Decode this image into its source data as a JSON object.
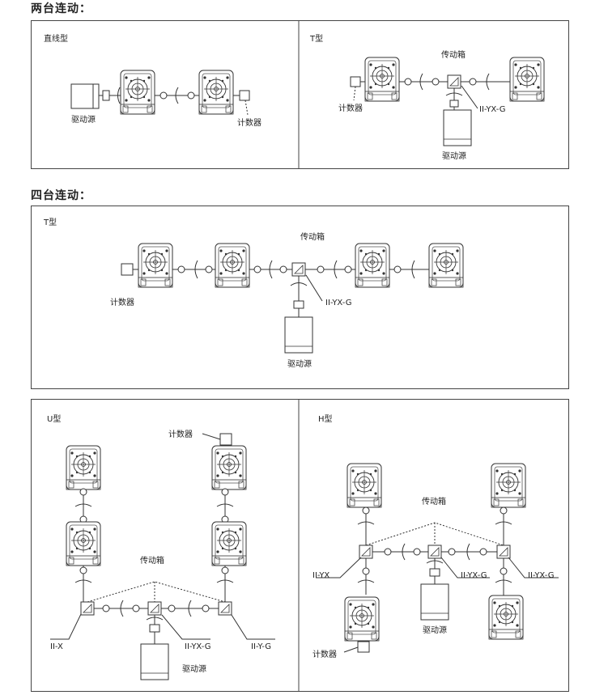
{
  "sections": {
    "two": "两台连动：",
    "four": "四台连动："
  },
  "panels": {
    "straight": {
      "title": "直线型",
      "drive": "驱动源",
      "counter": "计数器"
    },
    "t2": {
      "title": "T型",
      "gearbox": "传动箱",
      "counter": "计数器",
      "drive": "驱动源",
      "box": "II-YX-G"
    },
    "t4": {
      "title": "T型",
      "gearbox": "传动箱",
      "counter": "计数器",
      "drive": "驱动源",
      "box": "II-YX-G"
    },
    "u": {
      "title": "U型",
      "gearbox": "传动箱",
      "counter": "计数器",
      "drive": "驱动源",
      "box_left": "II-X",
      "box_mid": "II-YX-G",
      "box_right": "II-Y-G"
    },
    "h": {
      "title": "H型",
      "gearbox": "传动箱",
      "counter": "计数器",
      "drive": "驱动源",
      "box_left": "II-YX",
      "box_mid": "II-YX-G",
      "box_right": "II-YX-G"
    }
  }
}
